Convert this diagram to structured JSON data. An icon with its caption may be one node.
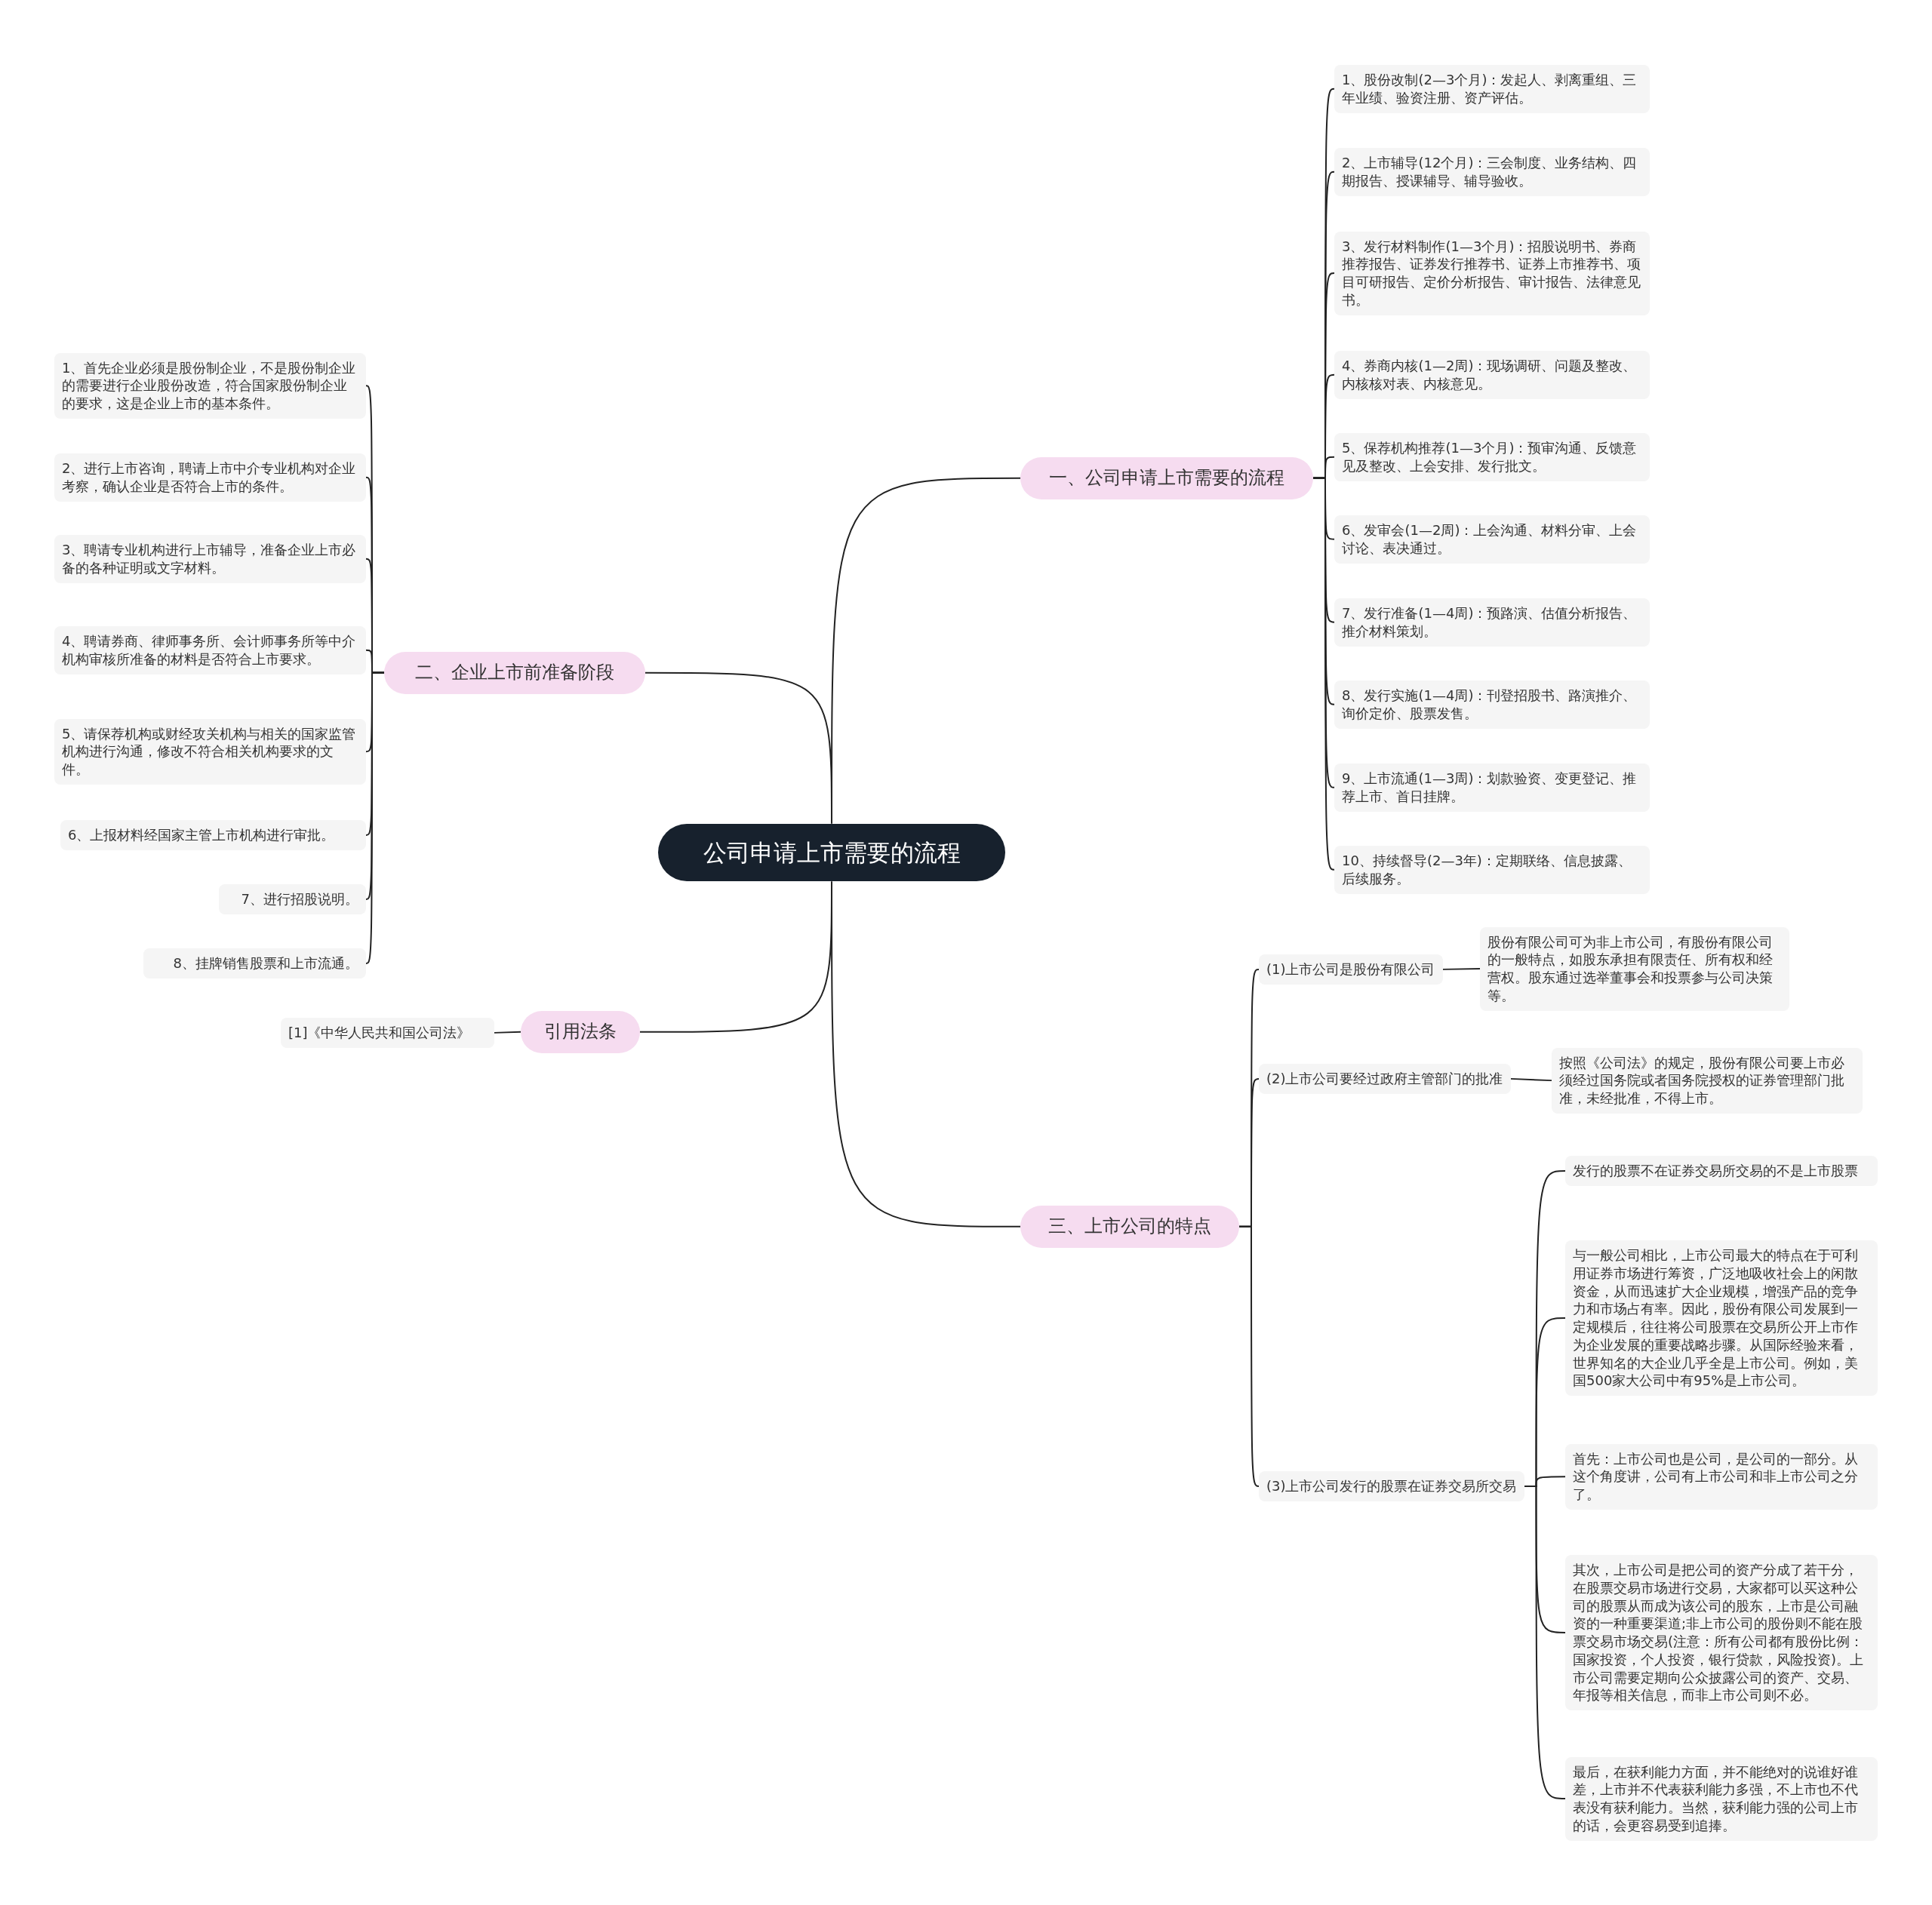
{
  "diagram": {
    "nodes": [
      {
        "text": [
          "公司申请上市需要的流程"
        ]
      },
      {
        "text": [
          "一、公司申请上市需要的流程"
        ]
      },
      {
        "text": [
          "1、股份改制(2—3个月)：发起人、剥离重组、三年业绩、验资注册、资产评估。"
        ]
      },
      {
        "text": [
          "2、上市辅导(12个月)：三会制度、业务结构、四期报告、授课辅导、辅导验收。"
        ]
      },
      {
        "text": [
          "3、发行材料制作(1—3个月)：招股说明书、券商推荐报告、证券发行推荐书、证券上市推荐书、项目可研报告、定价分析报告、审计报告、法律意见书。"
        ]
      },
      {
        "text": [
          "4、券商内核(1—2周)：现场调研、问题及整改、内核核对表、内核意见。"
        ]
      },
      {
        "text": [
          "5、保荐机构推荐(1—3个月)：预审沟通、反馈意见及整改、上会安排、发行批文。"
        ]
      },
      {
        "text": [
          "6、发审会(1—2周)：上会沟通、材料分审、上会讨论、表决通过。"
        ]
      },
      {
        "text": [
          "7、发行准备(1—4周)：预路演、估值分析报告、推介材料策划。"
        ]
      },
      {
        "text": [
          "8、发行实施(1—4周)：刊登招股书、路演推介、询价定价、股票发售。"
        ]
      },
      {
        "text": [
          "9、上市流通(1—3周)：划款验资、变更登记、推荐上市、首日挂牌。"
        ]
      },
      {
        "text": [
          "10、持续督导(2—3年)：定期联络、信息披露、后续服务。"
        ]
      },
      {
        "text": [
          "二、企业上市前准备阶段"
        ]
      },
      {
        "text": [
          "1、首先企业必须是股份制企业，不是股份制企业的需要进行企业股份改造，符合国家股份制企业的要求，这是企业上市的基本条件。"
        ]
      },
      {
        "text": [
          "2、进行上市咨询，聘请上市中介专业机构对企业考察，确认企业是否符合上市的条件。"
        ]
      },
      {
        "text": [
          "3、聘请专业机构进行上市辅导，准备企业上市必备的各种证明或文字材料。"
        ]
      },
      {
        "text": [
          "4、聘请券商、律师事务所、会计师事务所等中介机构审核所准备的材料是否符合上市要求。"
        ]
      },
      {
        "text": [
          "5、请保荐机构或财经攻关机构与相关的国家监管机构进行沟通，修改不符合相关机构要求的文件。"
        ]
      },
      {
        "text": [
          "6、上报材料经国家主管上市机构进行审批。"
        ]
      },
      {
        "text": [
          "7、进行招股说明。"
        ]
      },
      {
        "text": [
          "8、挂牌销售股票和上市流通。"
        ]
      },
      {
        "text": [
          "引用法条"
        ]
      },
      {
        "text": [
          "[1]《中华人民共和国公司法》"
        ]
      },
      {
        "text": [
          "三、上市公司的特点"
        ]
      },
      {
        "text": [
          "(1)上市公司是股份有限公司"
        ]
      },
      {
        "text": [
          "股份有限公司可为非上市公司，有股份有限公司的一般特点，如股东承担有限责任、所有权和经营权。股东通过选举董事会和投票参与公司决策等。"
        ]
      },
      {
        "text": [
          "(2)上市公司要经过政府主管部门的批准"
        ]
      },
      {
        "text": [
          "按照《公司法》的规定，股份有限公司要上市必须经过国务院或者国务院授权的证券管理部门批准，未经批准，不得上市。"
        ]
      },
      {
        "text": [
          "(3)上市公司发行的股票在证券交易所交易"
        ]
      },
      {
        "text": [
          "发行的股票不在证券交易所交易的不是上市股票"
        ]
      },
      {
        "text": [
          "与一般公司相比，上市公司最大的特点在于可利用证券市场进行筹资，广泛地吸收社会上的闲散资金，从而迅速扩大企业规模，增强产品的竞争力和市场占有率。因此，股份有限公司发展到一定规模后，往往将公司股票在交易所公开上市作为企业发展的重要战略步骤。从国际经验来看，世界知名的大企业几乎全是上市公司。例如，美国500家大公司中有95%是上市公司。"
        ]
      },
      {
        "text": [
          "首先：上市公司也是公司，是公司的一部分。从这个角度讲，公司有上市公司和非上市公司之分了。"
        ]
      },
      {
        "text": [
          "其次，上市公司是把公司的资产分成了若干分，在股票交易市场进行交易，大家都可以买这种公司的股票从而成为该公司的股东，上市是公司融资的一种重要渠道;非上市公司的股份则不能在股票交易市场交易(注意：所有公司都有股份比例：国家投资，个人投资，银行贷款，风险投资)。上市公司需要定期向公众披露公司的资产、交易、年报等相关信息，而非上市公司则不必。"
        ]
      },
      {
        "text": [
          "最后，在获利能力方面，并不能绝对的说谁好谁差，上市并不代表获利能力多强，不上市也不代表没有获利能力。当然，获利能力强的公司上市的话，会更容易受到追捧。"
        ]
      }
    ],
    "edges": [
      {
        "from": 0,
        "to": 1,
        "arrow": "none"
      },
      {
        "from": 0,
        "to": 12,
        "arrow": "none"
      },
      {
        "from": 0,
        "to": 21,
        "arrow": "none"
      },
      {
        "from": 0,
        "to": 23,
        "arrow": "none"
      },
      {
        "from": 1,
        "to": 2,
        "arrow": "none"
      },
      {
        "from": 1,
        "to": 3,
        "arrow": "none"
      },
      {
        "from": 1,
        "to": 4,
        "arrow": "none"
      },
      {
        "from": 1,
        "to": 5,
        "arrow": "none"
      },
      {
        "from": 1,
        "to": 6,
        "arrow": "none"
      },
      {
        "from": 1,
        "to": 7,
        "arrow": "none"
      },
      {
        "from": 1,
        "to": 8,
        "arrow": "none"
      },
      {
        "from": 1,
        "to": 9,
        "arrow": "none"
      },
      {
        "from": 1,
        "to": 10,
        "arrow": "none"
      },
      {
        "from": 1,
        "to": 11,
        "arrow": "none"
      },
      {
        "from": 12,
        "to": 13,
        "arrow": "none"
      },
      {
        "from": 12,
        "to": 14,
        "arrow": "none"
      },
      {
        "from": 12,
        "to": 15,
        "arrow": "none"
      },
      {
        "from": 12,
        "to": 16,
        "arrow": "none"
      },
      {
        "from": 12,
        "to": 17,
        "arrow": "none"
      },
      {
        "from": 12,
        "to": 18,
        "arrow": "none"
      },
      {
        "from": 12,
        "to": 19,
        "arrow": "none"
      },
      {
        "from": 12,
        "to": 20,
        "arrow": "none"
      },
      {
        "from": 21,
        "to": 22,
        "arrow": "none"
      },
      {
        "from": 23,
        "to": 24,
        "arrow": "none"
      },
      {
        "from": 23,
        "to": 26,
        "arrow": "none"
      },
      {
        "from": 23,
        "to": 28,
        "arrow": "none"
      },
      {
        "from": 24,
        "to": 25,
        "arrow": "none"
      },
      {
        "from": 26,
        "to": 27,
        "arrow": "none"
      },
      {
        "from": 28,
        "to": 29,
        "arrow": "none"
      },
      {
        "from": 28,
        "to": 30,
        "arrow": "none"
      },
      {
        "from": 28,
        "to": 31,
        "arrow": "none"
      },
      {
        "from": 28,
        "to": 32,
        "arrow": "none"
      },
      {
        "from": 28,
        "to": 33,
        "arrow": "none"
      }
    ]
  }
}
